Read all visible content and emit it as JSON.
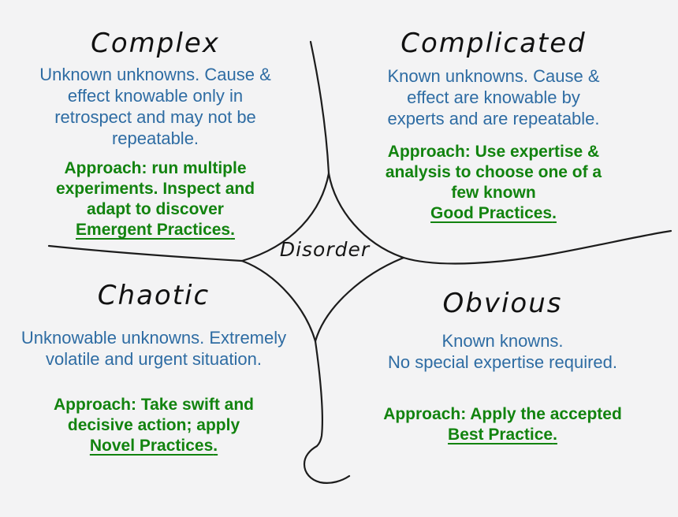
{
  "colors": {
    "background": "#f3f3f4",
    "boundary_line": "#1c1c1c",
    "heading_text": "#111111",
    "description_text": "#2e6ca3",
    "approach_text": "#12830f"
  },
  "center_label": "Disorder",
  "quadrants": {
    "complex": {
      "title": "Complex",
      "description_lines": [
        "Unknown unknowns. Cause &",
        "effect knowable only in",
        "retrospect and may not be",
        "repeatable."
      ],
      "approach_lines": [
        "Approach: run multiple",
        "experiments. Inspect and",
        "adapt to discover"
      ],
      "approach_link": "Emergent Practices",
      "approach_suffix": "."
    },
    "complicated": {
      "title": "Complicated",
      "description_lines": [
        "Known unknowns. Cause &",
        "effect are knowable by",
        "experts and are repeatable."
      ],
      "approach_lines": [
        "Approach: Use expertise &",
        "analysis to choose one of a",
        "few known"
      ],
      "approach_link": "Good Practices",
      "approach_suffix": "."
    },
    "chaotic": {
      "title": "Chaotic",
      "description_lines": [
        "Unknowable unknowns. Extremely",
        "volatile and urgent situation."
      ],
      "approach_lines": [
        "Approach: Take swift and",
        "decisive action; apply"
      ],
      "approach_link": "Novel Practices",
      "approach_suffix": "."
    },
    "obvious": {
      "title": "Obvious",
      "description_lines": [
        "Known knowns.",
        "No special expertise required."
      ],
      "approach_lines": [
        "Approach: Apply the accepted"
      ],
      "approach_link": "Best Practice",
      "approach_suffix": "."
    }
  }
}
